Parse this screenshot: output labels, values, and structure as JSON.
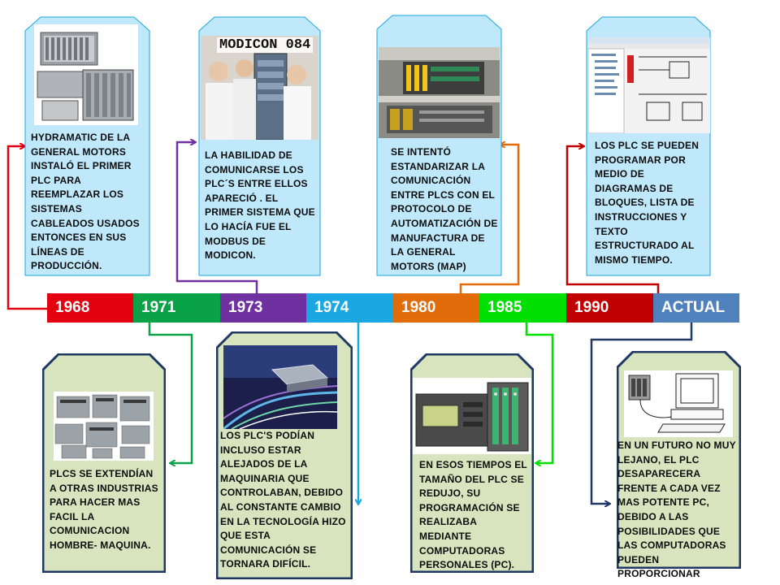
{
  "timeline": [
    {
      "year": "1968",
      "color": "#e3000f"
    },
    {
      "year": "1971",
      "color": "#0aa246"
    },
    {
      "year": "1973",
      "color": "#7031a0"
    },
    {
      "year": "1974",
      "color": "#1ba7e2"
    },
    {
      "year": "1980",
      "color": "#e36c0a"
    },
    {
      "year": "1985",
      "color": "#00e000"
    },
    {
      "year": "1990",
      "color": "#c00000"
    },
    {
      "year": "ACTUAL",
      "color": "#4f81bd"
    }
  ],
  "top_cards": [
    {
      "year": "1968",
      "fill": "#bfe9fb",
      "text": "HYDRAMATIC DE LA GENERAL MOTORS INSTALÓ EL PRIMER PLC PARA REEMPLAZAR LOS SISTEMAS CABLEADOS USADOS ENTONCES EN SUS LÍNEAS DE PRODUCCIÓN.",
      "image": "plc-rack-photo"
    },
    {
      "year": "1973",
      "fill": "#bfe9fb",
      "text": "LA HABILIDAD DE COMUNICARSE LOS PLC´S ENTRE ELLOS APARECIÓ . EL PRIMER SISTEMA QUE LO HACÍA FUE EL MODBUS DE MODICON.",
      "image": "modicon-084-photo",
      "image_label": "MODICON 084"
    },
    {
      "year": "1980",
      "fill": "#bfe9fb",
      "text": "SE INTENTÓ ESTANDARIZAR LA COMUNICACIÓN ENTRE PLCS CON EL PROTOCOLO DE AUTOMATIZACIÓN DE MANUFACTURA DE LA GENERAL MOTORS (MAP)",
      "image": "control-panel-photo"
    },
    {
      "year": "1990",
      "fill": "#bfe9fb",
      "text": "LOS PLC SE PUEDEN PROGRAMAR POR MEDIO DE DIAGRAMAS DE BLOQUES, LISTA DE INSTRUCCIONES Y TEXTO ESTRUCTURADO AL MISMO TIEMPO.",
      "image": "software-screenshot"
    }
  ],
  "bottom_cards": [
    {
      "year": "1971",
      "fill": "#d7e4bd",
      "text": "PLCS SE EXTENDÍAN A OTRAS INDUSTRIAS PARA HACER MAS FACIL LA COMUNICACION HOMBRE- MAQUINA.",
      "image": "plc-family-photo"
    },
    {
      "year": "1974",
      "fill": "#d7e4bd",
      "text": "LOS PLC'S PODÍAN INCLUSO ESTAR ALEJADOS DE LA MAQUINARIA QUE CONTROLABAN, DEBIDO AL CONSTANTE CAMBIO EN LA TECNOLOGÍA HIZO QUE ESTA COMUNICACIÓN SE TORNARA DIFÍCIL.",
      "image": "network-cables-photo"
    },
    {
      "year": "1985",
      "fill": "#d7e4bd",
      "text": "EN ESOS TIEMPOS EL TAMAÑO DEL PLC SE REDUJO, SU PROGRAMACIÓN SE REALIZABA MEDIANTE COMPUTADORAS PERSONALES (PC).",
      "image": "compact-plc-photo"
    },
    {
      "year": "ACTUAL",
      "fill": "#d7e4bd",
      "text": "EN UN FUTURO NO MUY LEJANO, EL PLC DESAPARECERA FRENTE A CADA VEZ MAS POTENTE PC, DEBIDO A LAS POSIBILIDADES QUE LAS COMPUTADORAS PUEDEN PROPORCIONAR",
      "image": "pc-connected-plc-drawing"
    }
  ]
}
